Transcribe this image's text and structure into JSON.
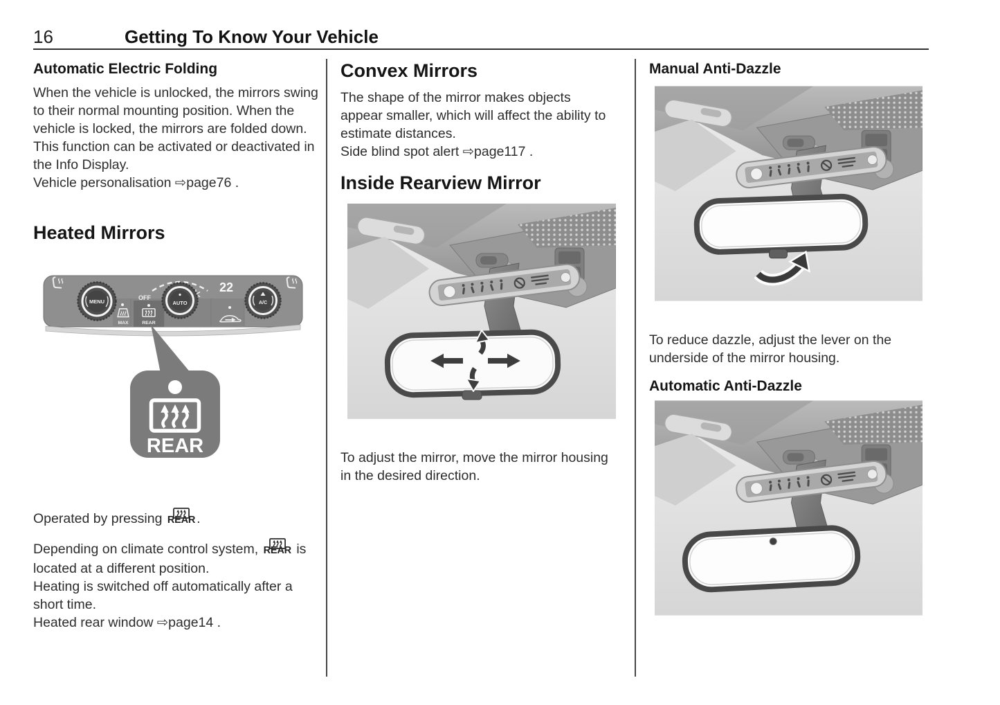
{
  "header": {
    "page_number": "16",
    "title": "Getting To Know Your Vehicle"
  },
  "colors": {
    "text": "#2d2d2d",
    "heading": "#151515",
    "rule": "#2f2f2f",
    "illustration_gray": "#8f8f8f",
    "badge_gray": "#7b7b7b"
  },
  "icons": {
    "heated_rear_window": "heated-rear-window-icon",
    "windscreen_demist": "windscreen-demist-icon",
    "air_recirculation": "air-recirculation-icon",
    "seat_heating": "seat-heating-icon",
    "snowflake": "snowflake-icon",
    "page_reference_arrow": "⇨"
  },
  "left_column": {
    "automatic_electric_folding": {
      "heading": "Automatic Electric Folding",
      "p1": "When the vehicle is unlocked, the mirrors swing to their normal mounting position. When the vehicle is locked, the mirrors are folded down.",
      "p2": "This function can be activated or deactivated in the Info Display.",
      "p3": "Vehicle personalisation ⇨page76 ."
    },
    "heated_mirrors": {
      "heading": "Heated Mirrors",
      "operated_prefix": "Operated by pressing",
      "operated_suffix": ".",
      "rear_button_label": "REAR",
      "depending_prefix": "Depending on climate control system,",
      "depending_suffix": "is located at a different position.",
      "p_heating": "Heating is switched off automatically after a short time.",
      "p_heated_rear_window": "Heated rear window ⇨page14 ."
    }
  },
  "middle_column": {
    "convex_mirrors": {
      "heading": "Convex Mirrors",
      "p1": "The shape of the mirror makes objects appear smaller, which will affect the ability to estimate distances.",
      "p2": "Side blind spot alert ⇨page117 ."
    },
    "inside_rearview_mirror": {
      "heading": "Inside Rearview Mirror",
      "p1": "To adjust the mirror, move the mirror housing in the desired direction."
    }
  },
  "right_column": {
    "manual_anti_dazzle": {
      "heading": "Manual Anti-Dazzle",
      "p1": "To reduce dazzle, adjust the lever on the underside of the mirror housing."
    },
    "automatic_anti_dazzle": {
      "heading": "Automatic Anti-Dazzle"
    }
  },
  "climate_panel_figure": {
    "menu_knob_label": "MENU",
    "auto_knob_label": "AUTO",
    "ac_knob_label": "A/C",
    "temperature_display": "22",
    "off_label": "OFF",
    "max_button_label": "MAX",
    "rear_button_label": "REAR",
    "callout_badge_label": "REAR"
  }
}
